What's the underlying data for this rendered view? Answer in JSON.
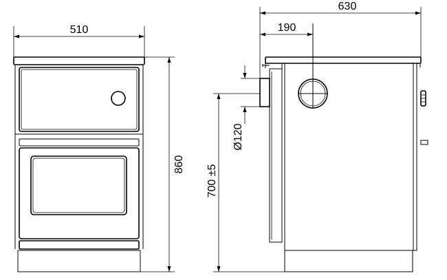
{
  "front_view": {
    "width_label": "510",
    "height_label": "860"
  },
  "side_view": {
    "depth_label": "630",
    "flue_offset_label": "190",
    "flue_diameter_label": "Ø120",
    "flue_height_label": "700 ±5"
  }
}
